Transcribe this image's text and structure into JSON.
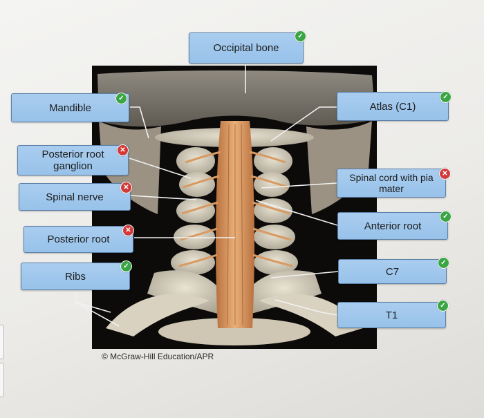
{
  "figure": {
    "credit": "© McGraw-Hill Education/APR"
  },
  "labels": {
    "occipital_bone": {
      "text": "Occipital bone",
      "status": "correct"
    },
    "mandible": {
      "text": "Mandible",
      "status": "correct"
    },
    "atlas": {
      "text": "Atlas (C1)",
      "status": "correct"
    },
    "posterior_root_ganglion": {
      "text": "Posterior root ganglion",
      "status": "incorrect"
    },
    "spinal_cord": {
      "text": "Spinal cord with pia mater",
      "status": "incorrect"
    },
    "spinal_nerve": {
      "text": "Spinal nerve",
      "status": "incorrect"
    },
    "anterior_root": {
      "text": "Anterior root",
      "status": "correct"
    },
    "posterior_root": {
      "text": "Posterior root",
      "status": "incorrect"
    },
    "ribs": {
      "text": "Ribs",
      "status": "correct"
    },
    "c7": {
      "text": "C7",
      "status": "correct"
    },
    "t1": {
      "text": "T1",
      "status": "correct"
    }
  },
  "colors": {
    "label_fill": "#a9cdef",
    "label_border": "#5a7fa6",
    "correct": "#3aa544",
    "incorrect": "#d23a3a"
  },
  "icons": {
    "correct": "check-icon",
    "incorrect": "x-icon"
  }
}
